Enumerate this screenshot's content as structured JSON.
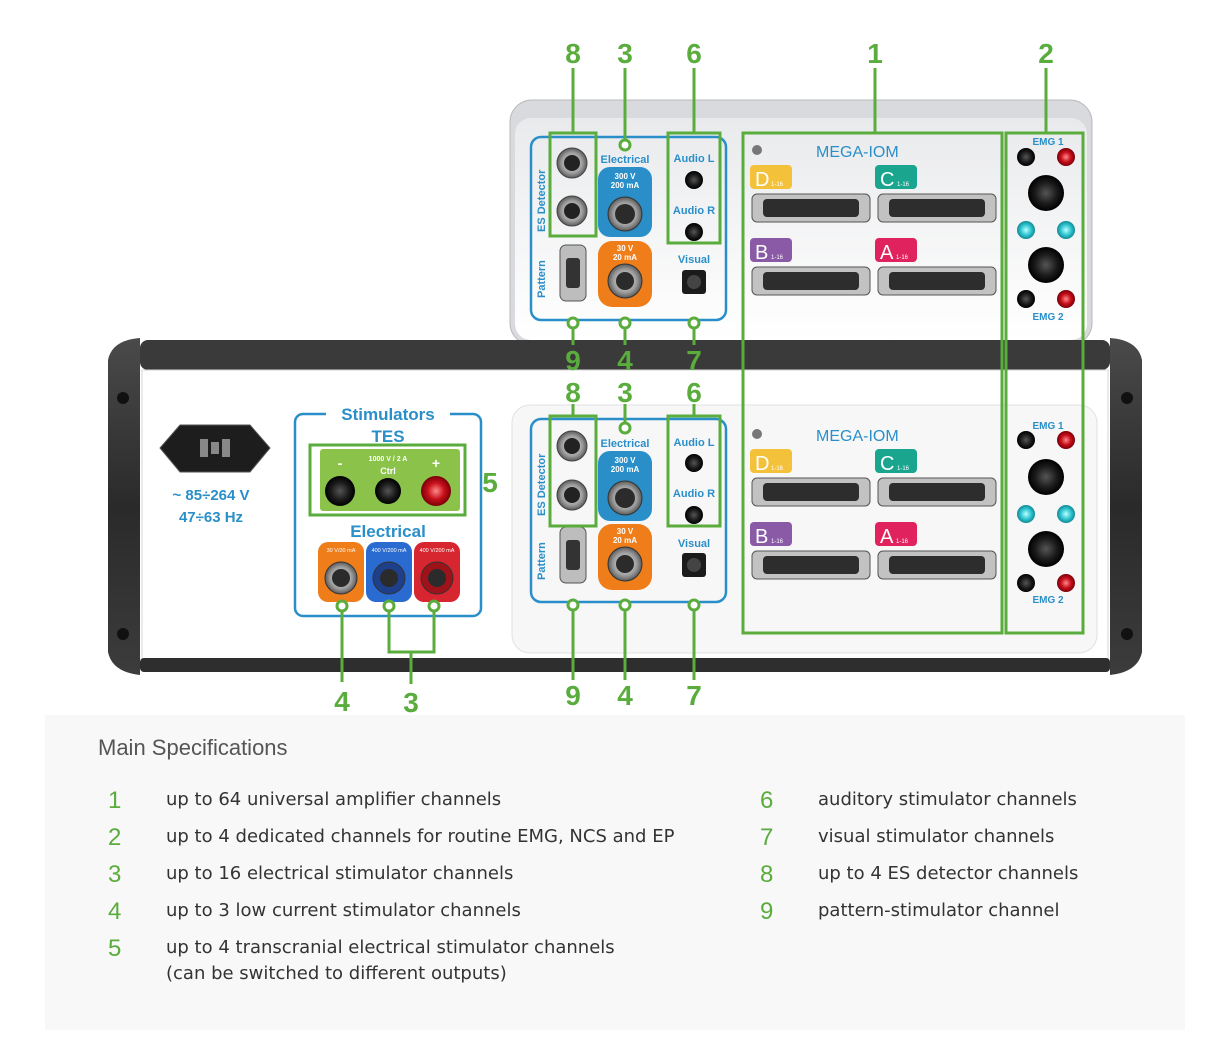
{
  "colors": {
    "callout_green": "#5aac3d",
    "panel_blue": "#2a8fc9",
    "connector_orange": "#ef7d1a",
    "connector_red": "#d7262f",
    "connector_yellow": "#f3c23a",
    "connector_teal": "#1aa58f",
    "connector_purple": "#8a5aa6",
    "connector_pink": "#e0235f"
  },
  "upper_unit": {
    "brand": "MEGA-IOM",
    "es_detector_label": "ES Detector",
    "pattern_label": "Pattern",
    "electrical_label": "Electrical",
    "hv_label": "300 V\n200 mA",
    "lv_label": "30 V\n20 mA",
    "audio_l_label": "Audio L",
    "audio_r_label": "Audio R",
    "visual_label": "Visual",
    "channel_d": "D",
    "channel_c": "C",
    "channel_b": "B",
    "channel_a": "A",
    "channel_range": "1-16",
    "emg1_label": "EMG 1",
    "emg2_label": "EMG 2"
  },
  "lower_unit": {
    "brand": "MEGA-IOM",
    "power_line1": "~ 85÷264 V",
    "power_line2": "47÷63 Hz",
    "stimulators_title": "Stimulators",
    "tes_label": "TES",
    "tes_minus": "-",
    "tes_plus": "+",
    "tes_ctrl_rating": "1000 V / 2 A",
    "tes_ctrl_label": "Ctrl",
    "electrical_title": "Electrical",
    "elec_ratings": [
      "30 V/20 mA",
      "400 V/200 mA",
      "400 V/200 mA"
    ]
  },
  "callouts": {
    "top": [
      "8",
      "3",
      "6",
      "1",
      "2"
    ],
    "mid_upper": [
      "9",
      "4",
      "7"
    ],
    "mid_lower": [
      "8",
      "3",
      "6"
    ],
    "side": "5",
    "bottom_left": [
      "4",
      "3"
    ],
    "bottom_right": [
      "9",
      "4",
      "7"
    ]
  },
  "specs": {
    "title": "Main Specifications",
    "left": [
      {
        "num": "1",
        "text": "up to 64 universal amplifier channels"
      },
      {
        "num": "2",
        "text": "up to 4 dedicated channels for routine EMG, NCS and EP"
      },
      {
        "num": "3",
        "text": "up to 16 electrical stimulator channels"
      },
      {
        "num": "4",
        "text": "up to 3 low current stimulator channels"
      },
      {
        "num": "5",
        "text": "up to 4 transcranial electrical stimulator channels\n(can be switched to different outputs)"
      }
    ],
    "right": [
      {
        "num": "6",
        "text": "auditory stimulator channels"
      },
      {
        "num": "7",
        "text": "visual stimulator channels"
      },
      {
        "num": "8",
        "text": "up to 4 ES detector channels"
      },
      {
        "num": "9",
        "text": "pattern-stimulator channel"
      }
    ]
  }
}
